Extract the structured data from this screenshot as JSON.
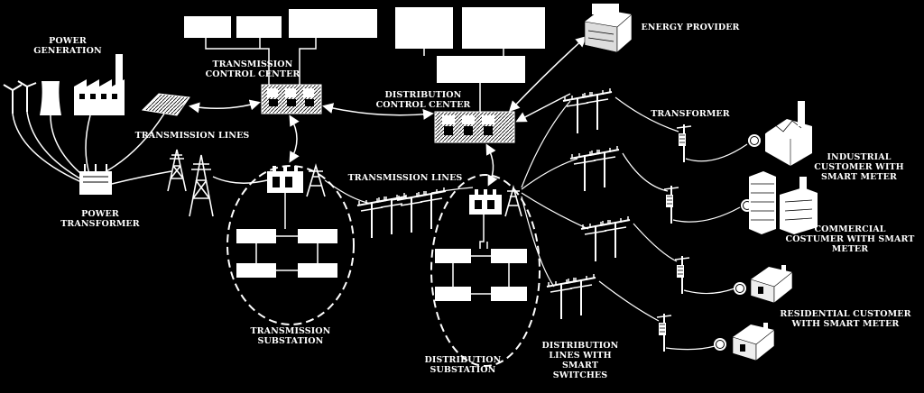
{
  "labels": {
    "power_generation": "POWER\nGENERATION",
    "transmission_control_center": "TRANSMISSION\nCONTROL CENTER",
    "distribution_control_center": "DISTRIBUTION\nCONTROL CENTER",
    "energy_provider": "ENERGY PROVIDER",
    "transmission_lines_left": "TRANSMISSION LINES",
    "transmission_lines_mid": "TRANSMISSION LINES",
    "power_transformer": "POWER\nTRANSFORMER",
    "transmission_substation": "TRANSMISSION\nSUBSTATION",
    "distribution_substation": "DISTRIBUTION\nSUBSTATION",
    "distribution_lines": "DISTRIBUTION\nLINES WITH\nSMART\nSWITCHES",
    "transformer": "TRANSFORMER",
    "industrial_customer": "INDUSTRIAL\nCUSTOMER WITH\nSMART METER",
    "commercial_customer": "COMMERCIAL\nCOSTUMER WITH SMART\nMETER",
    "residential_customer": "RESIDENTIAL CUSTOMER\nWITH SMART METER"
  }
}
